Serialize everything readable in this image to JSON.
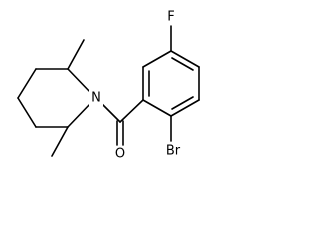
{
  "molecule": {
    "atoms": {
      "fluorine": "F",
      "nitrogen": "N",
      "oxygen": "O",
      "bromine": "Br"
    }
  }
}
